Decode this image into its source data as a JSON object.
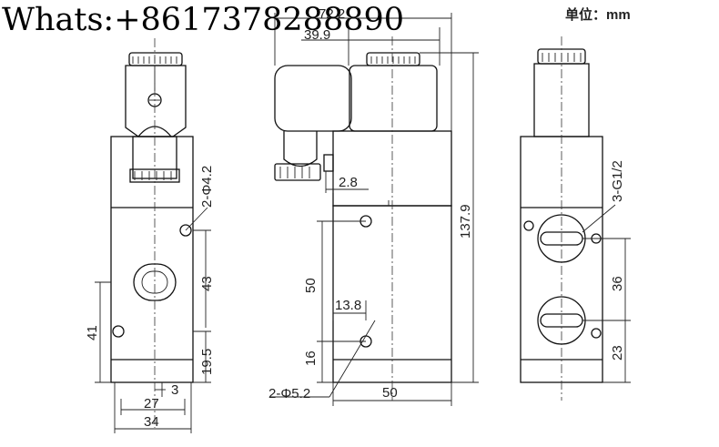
{
  "watermark": "Whats:+8617378288890",
  "unit_label": "单位：mm",
  "dims": {
    "d72_2": "72.2",
    "d39_9": "39.9",
    "d137_9": "137.9",
    "d2_8": "2.8",
    "d50_mid": "50",
    "d13_8": "13.8",
    "d16": "16",
    "d2phi5_2": "2-Φ5.2",
    "d50_bottom": "50",
    "d2phi4_2": "2-Φ4.2",
    "d43": "43",
    "d19_5": "19.5",
    "d41": "41",
    "d3": "3",
    "d27": "27",
    "d34": "34",
    "d3g1_2": "3-G1/2",
    "d36": "36",
    "d23": "23"
  }
}
